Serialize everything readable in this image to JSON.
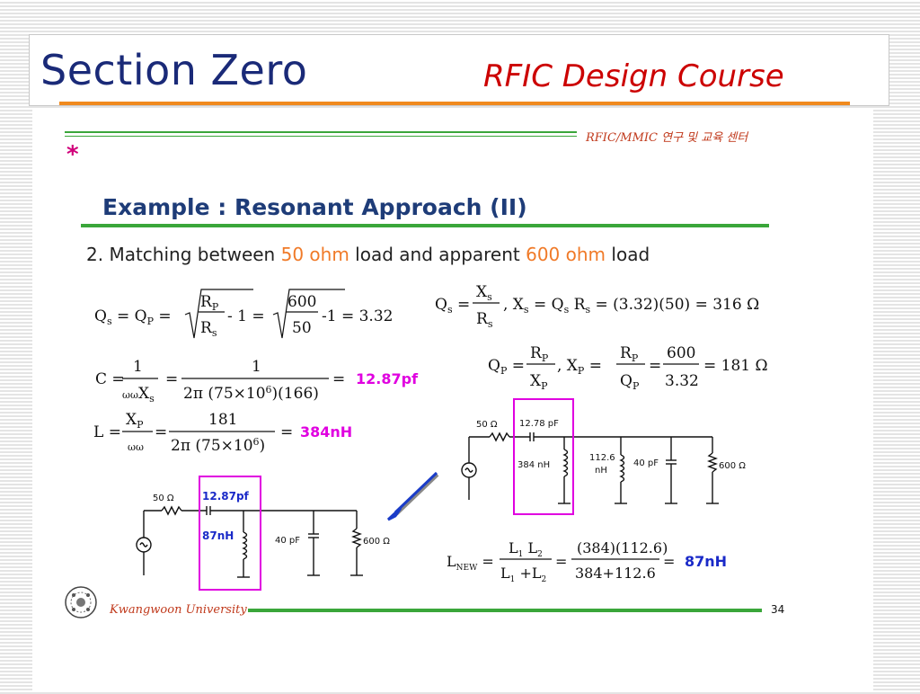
{
  "header": {
    "title_left": "Section Zero",
    "title_right": "RFIC Design Course"
  },
  "slide": {
    "center_label": "RFIC/MMIC 연구 및 교육 센터",
    "bullet": "*",
    "example_title": "Example  : Resonant Approach (II)",
    "subtitle": {
      "part1": "2. Matching between ",
      "hl1": "50 ohm",
      "part2": " load and apparent ",
      "hl2": "600 ohm",
      "part3": " load"
    },
    "answers": {
      "C": "12.87pf",
      "L": "384nH",
      "Lnew": "87nH"
    },
    "circuit_left": {
      "r": "50 Ω",
      "c_label": "12.87pf",
      "l_label": "87nH",
      "cap": "40 pF",
      "load": "600 Ω"
    },
    "circuit_right": {
      "r": "50 Ω",
      "c_label": "12.78 pF",
      "l_label": "384 nH",
      "l2_label_a": "112.6",
      "l2_label_b": "nH",
      "cap": "40 pF",
      "load": "600 Ω"
    },
    "footer": {
      "university": "Kwangwoon University",
      "page": "34"
    }
  },
  "colors": {
    "title_blue": "#1a2a78",
    "title_red": "#cc0000",
    "orange": "#f08a1e",
    "green": "#3aa63a",
    "magenta": "#e000e0",
    "example_blue": "#1e3c78",
    "highlight_orange": "#f07a28"
  }
}
